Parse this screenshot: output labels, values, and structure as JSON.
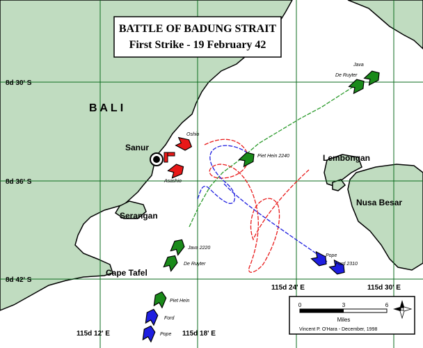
{
  "title": {
    "line1": "BATTLE OF BADUNG STRAIT",
    "line2": "First Strike - 19 February 42"
  },
  "grid_labels": {
    "lat_30": "8d 30' S",
    "lat_36": "8d 36' S",
    "lat_42": "8d 42' S",
    "lon_12": "115d 12' E",
    "lon_18": "115d 18' E",
    "lon_24": "115d 24' E",
    "lon_30": "115d 30' E"
  },
  "places": {
    "bali": "B A L I",
    "sanur": "Sanur",
    "serangan": "Serangan",
    "cape_tafel": "Cape Tafel",
    "lembongan": "Lembongan",
    "nusa_besar": "Nusa Besar"
  },
  "ships": {
    "java_top": "Java",
    "de_ruyter_top": "De Ruyter",
    "oshio": "Oshio",
    "asashio": "Asashio",
    "piet_hein_2240": "Piet Hein 2240",
    "java_2220": "Java 2220",
    "de_ruyter_low": "De Ruyter",
    "pope_right": "Pope",
    "ford_2310": "Ford 2310",
    "piet_hein_low": "Piet Hein",
    "ford_low": "Ford",
    "pope_low": "Pope"
  },
  "scale": {
    "unit": "Miles",
    "tick_0": "0",
    "tick_3": "3",
    "tick_6": "6"
  },
  "credit": "Vincent P. O'Hara - December, 1998",
  "colors": {
    "land": "#c0dcc0",
    "grid": "#0b6b1e",
    "allied_green": "#1a8a1a",
    "japan_red": "#e81818",
    "allied_blue": "#1e1ee0",
    "green_track": "#2a9a2a"
  },
  "icons": {
    "ship_marker": "ship-arrow-icon",
    "town": "town-marker-icon",
    "compass": "compass-rose-icon"
  }
}
